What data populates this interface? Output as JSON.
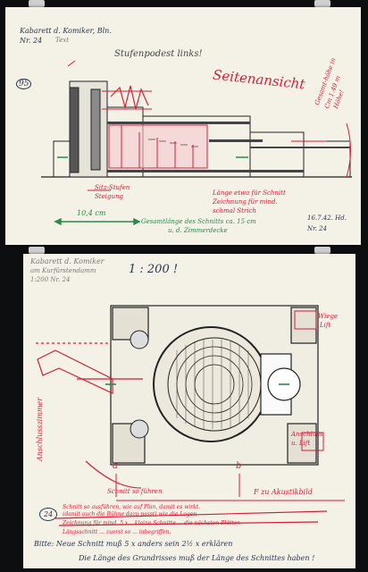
{
  "sheet_top": {
    "header_line1": "Kabarett d. Komiker, Bln.",
    "header_line2": "Nr. 24",
    "header_pencil": "Text",
    "page_mark": "95",
    "title_note": "Stufenpodest links!",
    "section_note": "Seitenansicht",
    "right_note": [
      "Gesamt-höhe in",
      "Cm 1.49 m",
      "Höhe!"
    ],
    "left_note": [
      "Sitz-Stufen",
      "Steigung"
    ],
    "bottom_note": [
      "Länge etwa für Schnitt",
      "Zeichnung für mind.",
      "schmal Strich"
    ],
    "scale_note": "10,4 cm",
    "length_note": [
      "Gesamtlänge des Schnitts ca. 15 cm",
      "u. d. Zimmerdecke"
    ],
    "date_note": "16.7.42. Hd.",
    "number_note": "Nr. 24"
  },
  "sheet_bottom": {
    "header_line1": "Kabarett d. Komiker",
    "header_line2": "am Kurfürstendamm",
    "header_line3": "1:200  Nr. 24",
    "scale_note": "1 : 200 !",
    "left_vertical_note": "Anschlusszimmer",
    "right_note1": [
      "Wiege",
      "Lift"
    ],
    "right_note2": [
      "Anschluss",
      "u. Lift"
    ],
    "label_a": "a",
    "label_b": "b",
    "label_f": "F zu Akustikbild",
    "label_schnitt": "Schnitt so führen",
    "circle_note": "24",
    "red_notes": [
      "Schnitt so ausführen, wie auf Plan, damit es wirkt.",
      "(damit auch die Bühne dazu passt) wie die Logen",
      "Zeichnung für mind. 5 x... kleine Schnitte ... die nächsten Blätter.",
      "Längsschnitt ... zuerst so ... inbegriffen."
    ],
    "bottom_line1": "Bitte: Neue Schnitt muß 5 x anders sein 2½ x erklären",
    "bottom_line2": "Die Länge des Grundrisses muß der Länge des Schnittes haben !"
  }
}
